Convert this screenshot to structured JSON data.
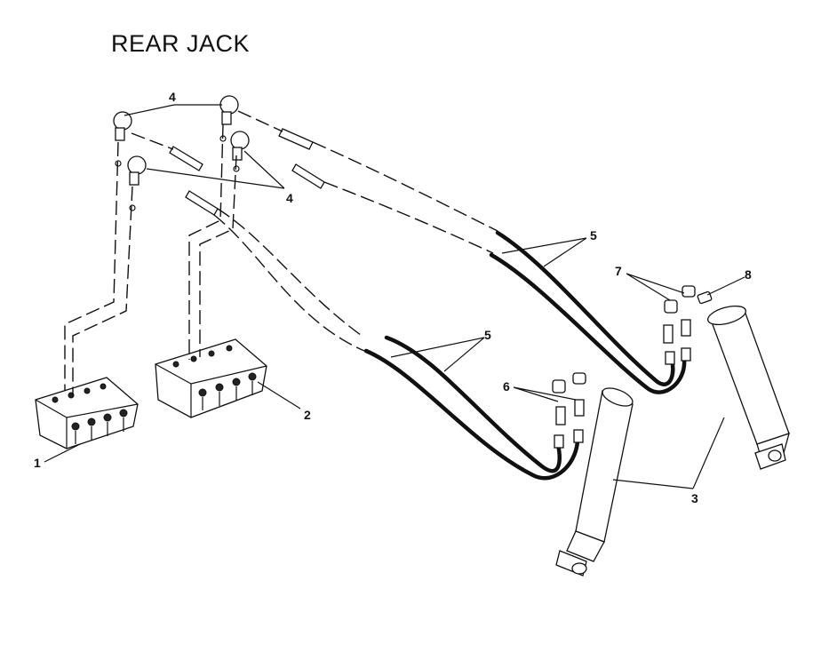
{
  "title": "REAR JACK",
  "callouts": {
    "c1": "1",
    "c2": "2",
    "c3": "3",
    "c4a": "4",
    "c4b": "4",
    "c5a": "5",
    "c5b": "5",
    "c6": "6",
    "c7": "7",
    "c8": "8"
  }
}
